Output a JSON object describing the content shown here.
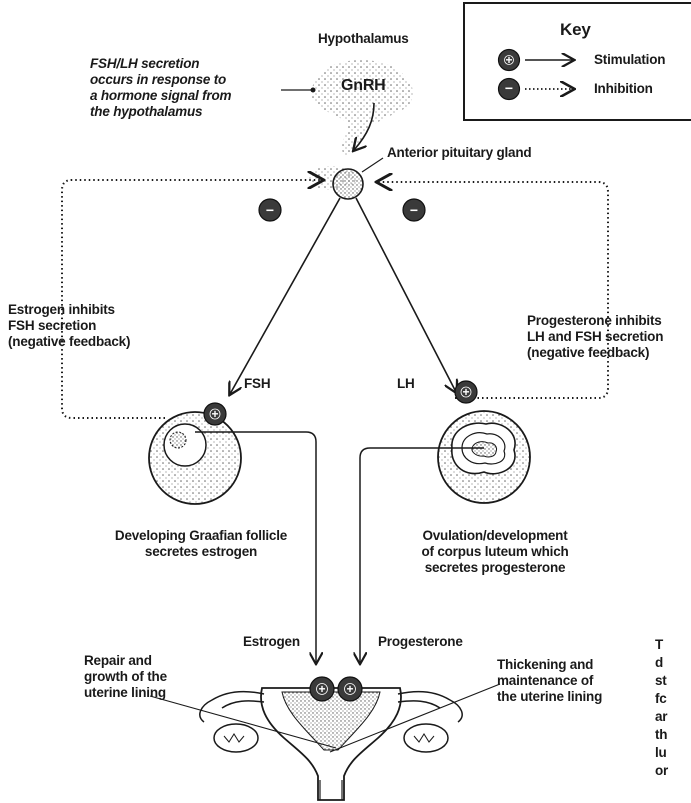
{
  "annotation_left": [
    "FSH/LH secretion",
    "occurs in response to",
    "a hormone signal from",
    "the hypothalamus"
  ],
  "hypothalamus_label": "Hypothalamus",
  "gnrh_label": "GnRH",
  "pituitary_label": "Anterior pituitary gland",
  "key": {
    "title": "Key",
    "stimulation_label": "Stimulation",
    "inhibition_label": "Inhibition",
    "plus_symbol": "+",
    "minus_symbol": "−"
  },
  "estrogen_feedback": [
    "Estrogen inhibits",
    "FSH secretion",
    "(negative feedback)"
  ],
  "progesterone_feedback": [
    "Progesterone inhibits",
    "LH and FSH secretion",
    "(negative feedback)"
  ],
  "fsh_label": "FSH",
  "lh_label": "LH",
  "follicle_caption": [
    "Developing Graafian follicle",
    "secretes estrogen"
  ],
  "corpus_caption": [
    "Ovulation/development",
    "of corpus luteum which",
    "secretes progesterone"
  ],
  "estrogen_label": "Estrogen",
  "progesterone_label": "Progesterone",
  "repair_caption": [
    "Repair and",
    "growth of the",
    "uterine lining"
  ],
  "thickening_caption": [
    "Thickening and",
    "maintenance of",
    "the uterine lining"
  ],
  "cut_text": [
    "T",
    "d",
    "st",
    "fc",
    "ar",
    "th",
    "lu",
    "or"
  ],
  "colors": {
    "ink": "#1a1a1a",
    "stipple": "#8a8a8a",
    "badge": "#3a3a3a"
  }
}
